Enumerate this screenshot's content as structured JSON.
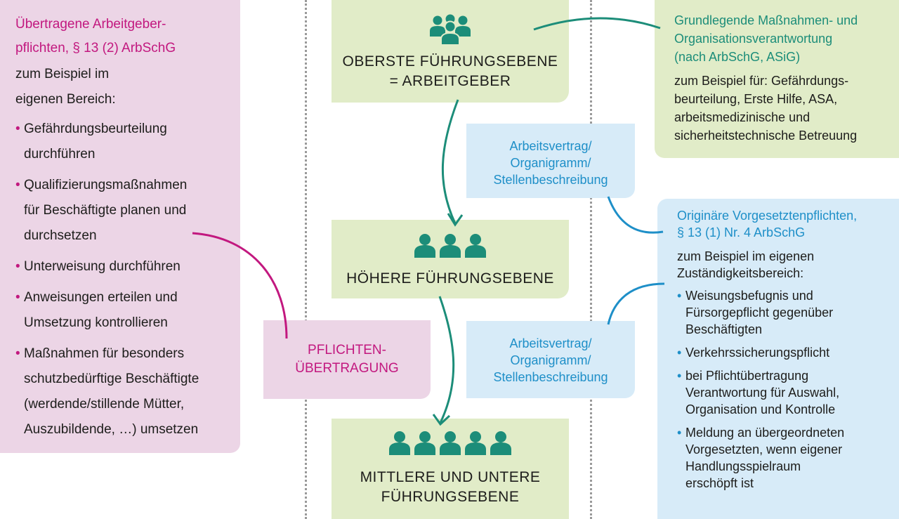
{
  "left_panel": {
    "title": [
      "Übertragene Arbeitgeber-",
      "pflichten, § 13 (2) ArbSchG"
    ],
    "intro": [
      "zum Beispiel im",
      "eigenen Bereich:"
    ],
    "items": [
      [
        "Gefährdungsbeurteilung",
        "durchführen"
      ],
      [
        "Qualifizierungsmaßnahmen",
        "für Beschäftigte planen und",
        "durchsetzen"
      ],
      [
        "Unterweisung durchführen"
      ],
      [
        "Anweisungen erteilen und",
        "Umsetzung kontrollieren"
      ],
      [
        "Maßnahmen für besonders",
        "schutzbedürftige Beschäftigte",
        "(werdende/stillende Mütter,",
        "Auszubildende, …) umsetzen"
      ]
    ]
  },
  "levels": [
    {
      "label": [
        "OBERSTE FÜHRUNGSEBENE",
        "= ARBEITGEBER"
      ],
      "people": 4,
      "icon": "group-icon"
    },
    {
      "label": [
        "HÖHERE FÜHRUNGSEBENE"
      ],
      "people": 3,
      "icon": "person-icon"
    },
    {
      "label": [
        "MITTLERE UND UNTERE",
        "FÜHRUNGSEBENE"
      ],
      "people": 5,
      "icon": "person-icon"
    }
  ],
  "contracts": [
    [
      "Arbeitsvertrag/",
      "Organigramm/",
      "Stellenbeschreibung"
    ],
    [
      "Arbeitsvertrag/",
      "Organigramm/",
      "Stellenbeschreibung"
    ]
  ],
  "transfer": [
    "PFLICHTEN-",
    "ÜBERTRAGUNG"
  ],
  "right_top": {
    "title": [
      "Grundlegende Maßnahmen- und",
      "Organisationsverantwortung",
      "(nach ArbSchG, ASiG)"
    ],
    "body": [
      "zum Beispiel für: Gefährdungs-",
      "beurteilung, Erste Hilfe, ASA,",
      "arbeitsmedizinische und",
      "sicherheitstechnische Betreuung"
    ]
  },
  "right_bottom": {
    "title": [
      "Originäre Vorgesetztenpflichten,",
      "§ 13 (1) Nr. 4 ArbSchG"
    ],
    "intro": [
      "zum Beispiel im eigenen",
      "Zuständigkeitsbereich:"
    ],
    "items": [
      [
        "Weisungsbefugnis und",
        "Fürsorgepflicht gegenüber",
        "Beschäftigten"
      ],
      [
        "Verkehrssicherungspflicht"
      ],
      [
        "bei Pflichtübertragung",
        "Verantwortung für Auswahl,",
        "Organisation und Kontrolle"
      ],
      [
        "Meldung an übergeordneten",
        "Vorgesetzten, wenn eigener",
        "Handlungsspielraum",
        "erschöpft ist"
      ]
    ]
  },
  "colors": {
    "pink_accent": "#c2187f",
    "teal_accent": "#1c8d79",
    "blue_accent": "#1e8fc8",
    "people_icon": "#1c8d79",
    "pink_fill": "#ecd5e6",
    "green_fill": "#e1ecc8",
    "blue_fill": "#d7ebf8"
  }
}
